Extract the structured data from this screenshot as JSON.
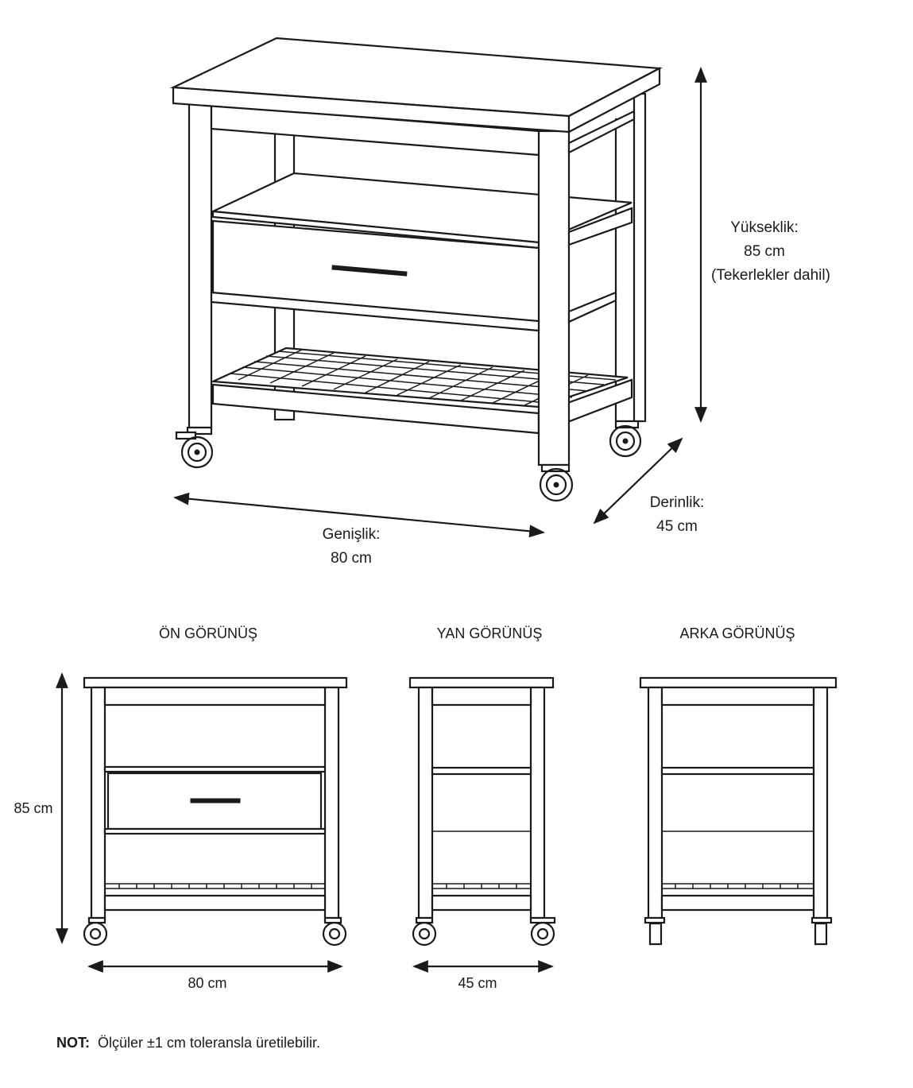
{
  "dimensions_3d": {
    "height_title": "Yükseklik:",
    "height_value": "85 cm",
    "height_note": "(Tekerlekler dahil)",
    "depth_title": "Derinlik:",
    "depth_value": "45 cm",
    "width_title": "Genişlik:",
    "width_value": "80 cm"
  },
  "views": {
    "front_title": "ÖN GÖRÜNÜŞ",
    "side_title": "YAN GÖRÜNÜŞ",
    "back_title": "ARKA GÖRÜNÜŞ",
    "front_height": "85 cm",
    "front_width": "80 cm",
    "side_width": "45 cm"
  },
  "note": {
    "label": "NOT:",
    "text": "Ölçüler ±1 cm toleransla üretilebilir."
  }
}
